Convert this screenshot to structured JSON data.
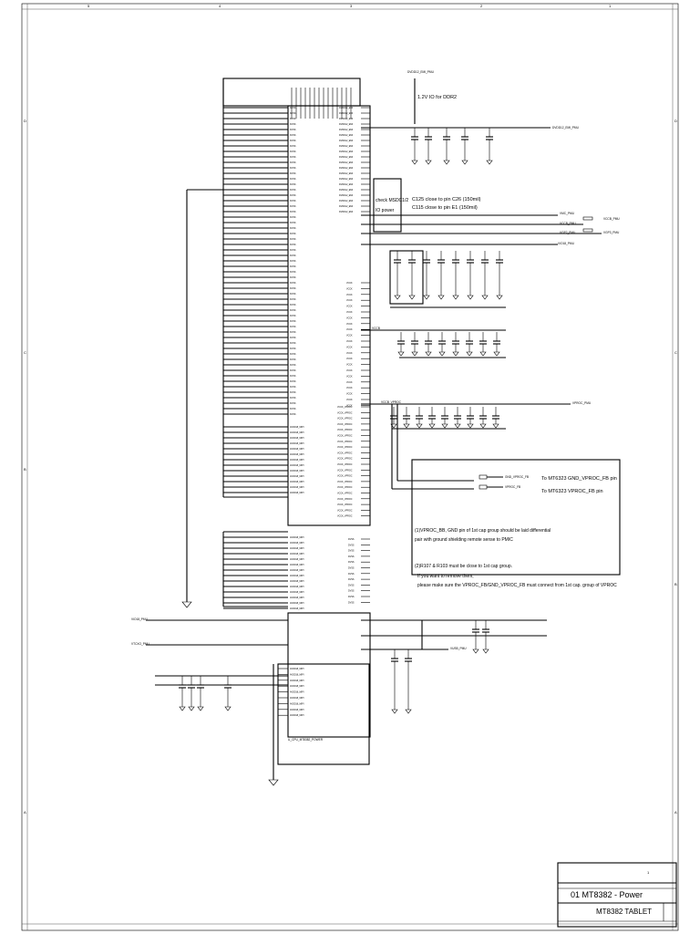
{
  "frame": {
    "columns": [
      "5",
      "4",
      "3",
      "2",
      "1"
    ],
    "rows": [
      "D",
      "C",
      "B",
      "A"
    ]
  },
  "title_block": {
    "sheet_number": "1",
    "title": "01 MT8382 - Power",
    "product": "MT8382 TABLET"
  },
  "notes": {
    "io_ddr2": "1.2V IO for DDR2",
    "check_msdc": "check MSDC1/2",
    "io_power": "IO power",
    "cap_note_1": "C125 close to pin C26 (150mil)",
    "cap_note_2": "C115 close to pin E1 (150mil)",
    "to_gnd_fb": "To MT6323 GND_VPROC_FB pin",
    "to_vproc_fb": "To MT6323 VPROC_FB pin",
    "note_1a": "(1)VPROC_BB, GND pin of 1st cap group should be laid differential",
    "note_1b": "pair with ground shielding remote sense to PMIC",
    "note_2a": "(2)R107 & R103 must be close to 1st cap group.",
    "note_2b": "If you want to remove them,",
    "note_2c": "please make sure the VPROC_FB/GND_VPROC_FB must connect from 1st cap. group of VPROC"
  },
  "nets": {
    "dvdd12_emi_top": "DVDD12_EMI_PMU",
    "dvdd12_emi_right": "DVDD12_EMI_PMU",
    "vmc": "VMC_PMU",
    "vccb": "VCCB_PMU",
    "vgp2": "VGP2_PMU",
    "vcore": "VCCB_PMU",
    "vgp3": "VGP3_PMU",
    "vio18": "VIO18_PMU",
    "vproc": "VPROC_PMU",
    "vio18_left": "VIO18_PMU",
    "vtcxo_left": "VTCXO_PMU",
    "vusb": "VUSB_PMU",
    "gnd_vproc_fb": "GND_VPROC_FB",
    "vproc_fb": "VPROC_FB",
    "vccb_sym": "VCCB",
    "vccb_vproc": "VCCB_VPROC"
  },
  "component": {
    "ref": "U_CPU_MT8382_POWER"
  },
  "pins": {
    "gnd_name": "DVSS",
    "emi_name": "DVDD12_EMI",
    "vccb_name": "VCCK",
    "vccb_vproc_name": "VCCK_VPROC",
    "avdd_name": "AVDD18_MIPI",
    "dvss_name": "DVSS"
  }
}
